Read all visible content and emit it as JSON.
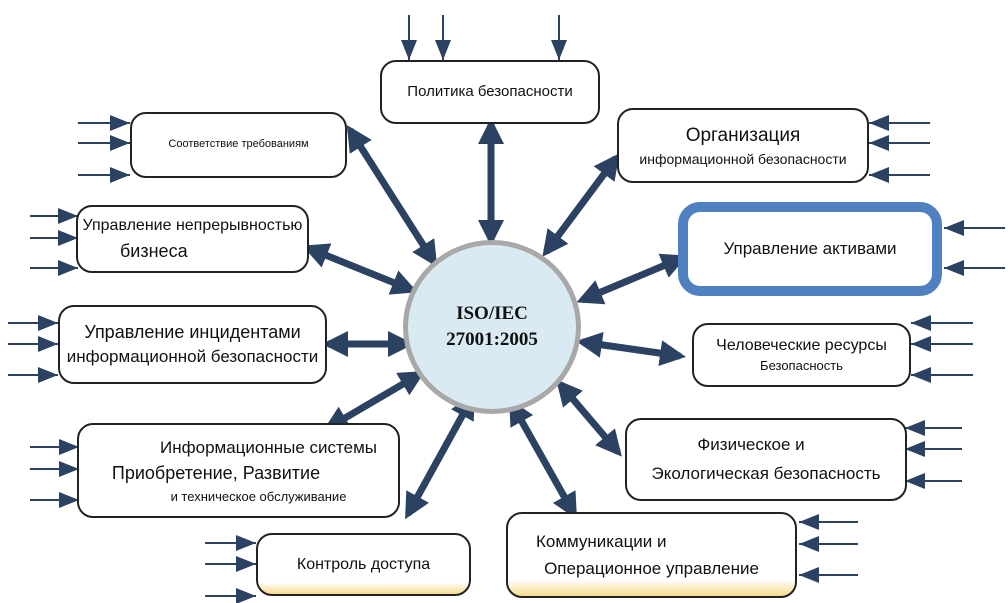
{
  "hub": {
    "line1": "ISO/IEC",
    "line2": "27001:2005"
  },
  "domains": {
    "policy": {
      "lines": [
        "Политика безопасности"
      ]
    },
    "compliance": {
      "lines": [
        "Соответствие требованиям"
      ]
    },
    "organization": {
      "lines": [
        "Организация",
        "информационной безопасности"
      ]
    },
    "continuity": {
      "lines": [
        "Управление непрерывностью",
        "бизнеса"
      ]
    },
    "assets": {
      "lines": [
        "Управление активами"
      ]
    },
    "incidents": {
      "lines": [
        "Управление инцидентами",
        "информационной безопасности"
      ]
    },
    "hr": {
      "lines": [
        "Человеческие ресурсы",
        "Безопасность"
      ]
    },
    "systems": {
      "lines": [
        "Информационные системы",
        "Приобретение, Развитие",
        "и техническое обслуживание"
      ]
    },
    "physical": {
      "lines": [
        "Физическое и",
        "Экологическая безопасность"
      ]
    },
    "access": {
      "lines": [
        "Контроль доступа"
      ]
    },
    "operations": {
      "lines": [
        "Коммуникации и",
        "Операционное управление"
      ]
    }
  },
  "colors": {
    "arrow": "#2b4263",
    "assets_border": "#4f80c0",
    "hub_fill": "#d9eaf3"
  }
}
